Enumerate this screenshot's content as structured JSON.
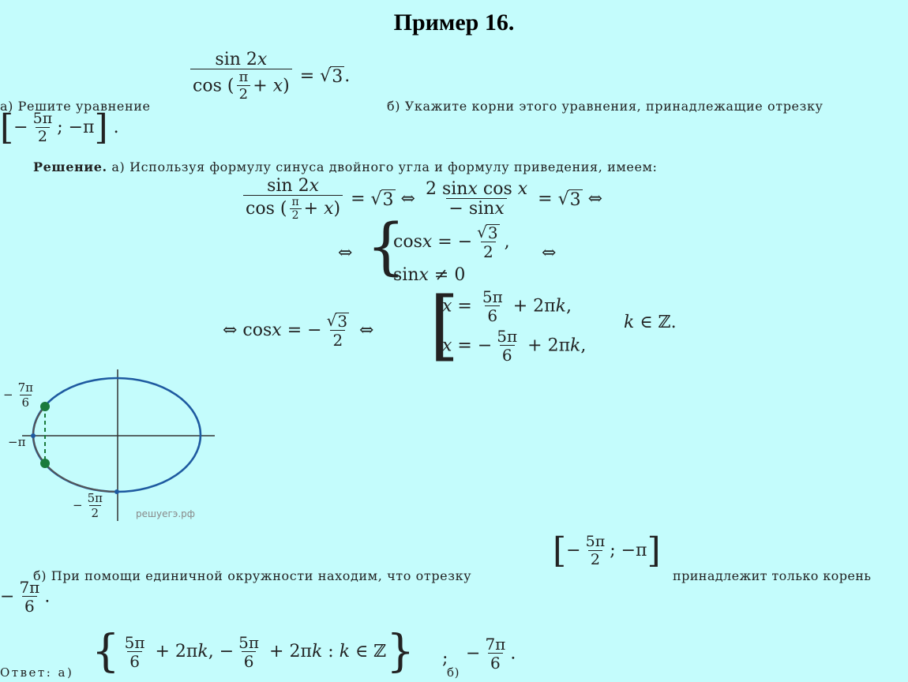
{
  "title": "Пример 16.",
  "problem": {
    "part_a_label": "а) Решите уравнение",
    "part_b_label": "б) Укажите корни этого уравнения, принадлежащие отрезку",
    "interval_end": "."
  },
  "solution": {
    "heading": "Решение.",
    "intro": "а) Используя формулу синуса двойного угла и формулу приведения, имеем:"
  },
  "figure": {
    "label_top": "7π",
    "label_top_den": "6",
    "label_mid": "−π",
    "label_bottom_num": "5π",
    "label_bottom_den": "2",
    "watermark": "решуегэ.рф",
    "circle_color": "#1e5aa0",
    "point_color": "#1a7a3c"
  },
  "part_b": {
    "text1": "б) При помощи единичной окружности находим, что отрезку",
    "text2": "принадлежит только корень",
    "end": "."
  },
  "answer": {
    "label": "Ответ: а)",
    "b_label": "б)",
    "sep": ";",
    "end": "."
  }
}
